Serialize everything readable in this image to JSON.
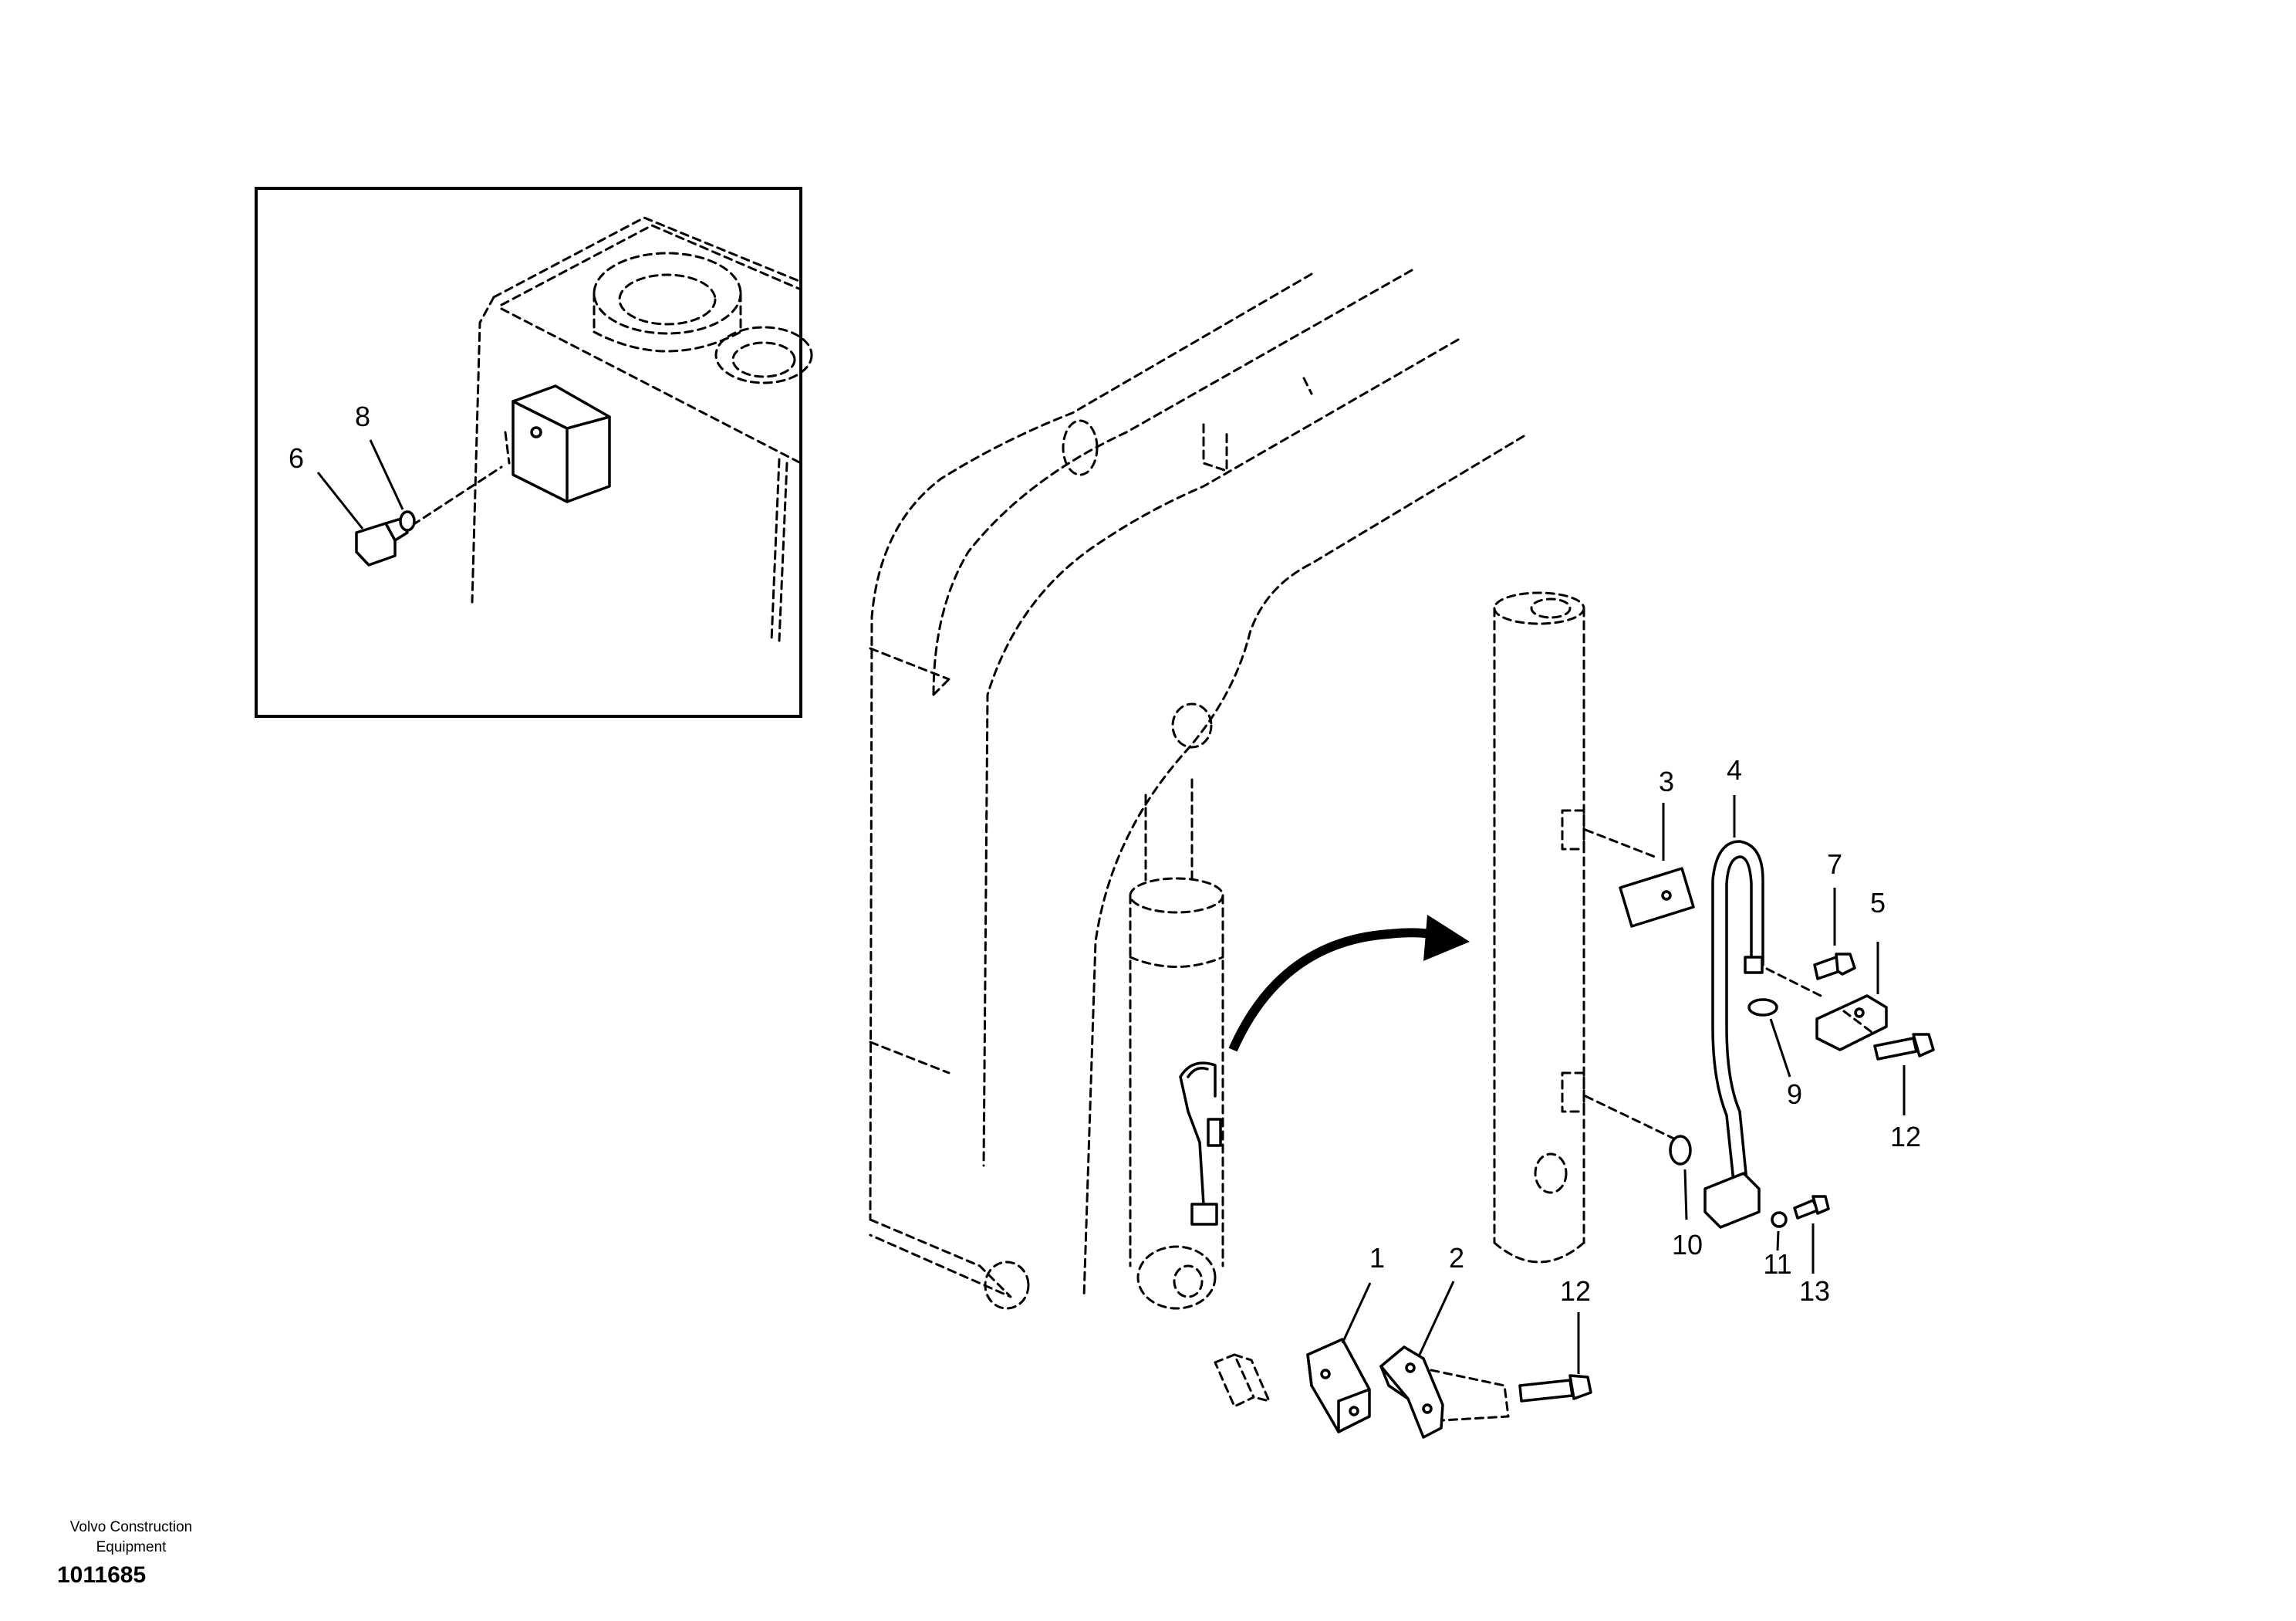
{
  "diagram": {
    "company_line1": "Volvo Construction",
    "company_line2": "Equipment",
    "drawing_number": "1011685",
    "part_labels": {
      "p1": "1",
      "p2": "2",
      "p3": "3",
      "p4": "4",
      "p5": "5",
      "p6": "6",
      "p7": "7",
      "p8": "8",
      "p9": "9",
      "p10": "10",
      "p11": "11",
      "p12a": "12",
      "p12b": "12",
      "p13": "13"
    }
  }
}
